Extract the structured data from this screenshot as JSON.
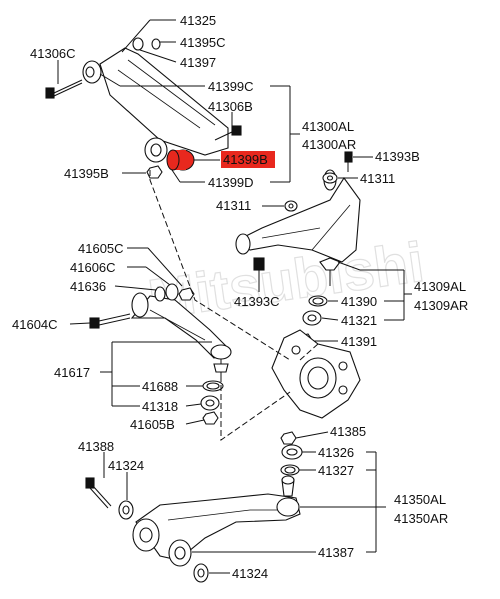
{
  "labels": {
    "p41325": "41325",
    "p41306C_top": "41306C",
    "p41395C": "41395C",
    "p41397": "41397",
    "p41399C": "41399C",
    "p41306B": "41306B",
    "p41300AL": "41300AL",
    "p41300AR": "41300AR",
    "p41399B": "41399B",
    "p41393B": "41393B",
    "p41395B": "41395B",
    "p41399D": "41399D",
    "p41311_a": "41311",
    "p41311_b": "41311",
    "p41605C": "41605C",
    "p41606C": "41606C",
    "p41636": "41636",
    "p41604C": "41604C",
    "p41393C": "41393C",
    "p41390": "41390",
    "p41321": "41321",
    "p41309AL": "41309AL",
    "p41309AR": "41309AR",
    "p41391": "41391",
    "p41617": "41617",
    "p41688": "41688",
    "p41318": "41318",
    "p41605B": "41605B",
    "p41385": "41385",
    "p41388": "41388",
    "p41324_a": "41324",
    "p41326": "41326",
    "p41327": "41327",
    "p41350AL": "41350AL",
    "p41350AR": "41350AR",
    "p41387": "41387",
    "p41324_b": "41324"
  },
  "highlight": {
    "part": "41399B",
    "color": "#e8281e"
  }
}
